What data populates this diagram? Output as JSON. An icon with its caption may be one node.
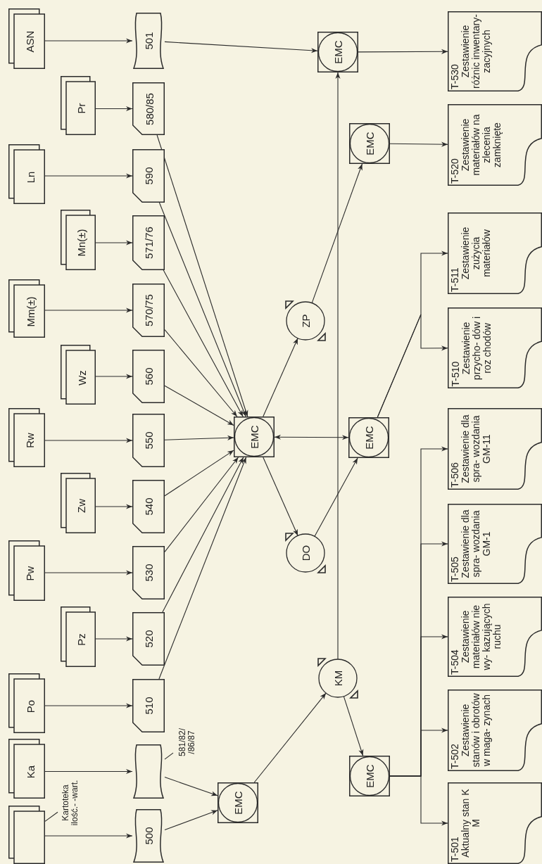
{
  "diagram": {
    "nodes": [
      {
        "text": [
          "ASN"
        ]
      },
      {
        "text": [
          "501"
        ]
      },
      {
        "text": [
          "Pr"
        ]
      },
      {
        "text": [
          "580/85"
        ]
      },
      {
        "text": [
          "Ln"
        ]
      },
      {
        "text": [
          "590"
        ]
      },
      {
        "text": [
          "Mn(±)"
        ]
      },
      {
        "text": [
          "571/76"
        ]
      },
      {
        "text": [
          "Mm(±)"
        ]
      },
      {
        "text": [
          "570/75"
        ]
      },
      {
        "text": [
          "Wz"
        ]
      },
      {
        "text": [
          "560"
        ]
      },
      {
        "text": [
          "Rw"
        ]
      },
      {
        "text": [
          "550"
        ]
      },
      {
        "text": [
          "Zw"
        ]
      },
      {
        "text": [
          "540"
        ]
      },
      {
        "text": [
          "Pw"
        ]
      },
      {
        "text": [
          "530"
        ]
      },
      {
        "text": [
          "Pz"
        ]
      },
      {
        "text": [
          "520"
        ]
      },
      {
        "text": [
          "Po"
        ]
      },
      {
        "text": [
          "510"
        ]
      },
      {
        "text": [
          "Ka"
        ]
      },
      {
        "text": [],
        "shape": "tape"
      },
      {
        "text": [
          "581/82/ /86/87"
        ]
      },
      {
        "text": [],
        "shape": "box"
      },
      {
        "text": [
          "Kartoteka ilość.- -wart."
        ]
      },
      {
        "text": [
          "500"
        ]
      },
      {
        "text": [
          "EMC"
        ]
      },
      {
        "text": [
          "EMC"
        ]
      },
      {
        "text": [
          "ZP"
        ]
      },
      {
        "text": [
          "EMC"
        ]
      },
      {
        "text": [
          "DO"
        ]
      },
      {
        "text": [
          "EMC"
        ]
      },
      {
        "text": [
          "EMC"
        ]
      },
      {
        "text": [
          "KM"
        ]
      },
      {
        "text": [
          "EMC"
        ]
      },
      {
        "text": [
          "T-530",
          "Zestawienie różnic inwentary- zacyjnych"
        ]
      },
      {
        "text": [
          "T-520",
          "Zestawienie materiałów na zlecenia zamknięte"
        ]
      },
      {
        "text": [
          "T-511",
          "Zestawienie zużycia materiałów"
        ]
      },
      {
        "text": [
          "T-510",
          "Zestawienie przycho- dów i roz chodów"
        ]
      },
      {
        "text": [
          "T-506",
          "Zestawienie dla spra- wozdania GM-11"
        ]
      },
      {
        "text": [
          "T-505",
          "Zestawienie dla spra- wozdania GM-1"
        ]
      },
      {
        "text": [
          "T-504",
          "Zestawienie materiałów nie wy- kazujących ruchu"
        ]
      },
      {
        "text": [
          "T-502",
          "Zestawienie stanów i obrotów w maga- zynach"
        ]
      },
      {
        "text": [
          "T-501",
          "Aktualny stan K M"
        ]
      }
    ],
    "edges": [
      {
        "from": 0,
        "to": 1,
        "arrow": "to"
      },
      {
        "from": 2,
        "to": 3,
        "arrow": "to"
      },
      {
        "from": 4,
        "to": 5,
        "arrow": "to"
      },
      {
        "from": 6,
        "to": 7,
        "arrow": "to"
      },
      {
        "from": 8,
        "to": 9,
        "arrow": "to"
      },
      {
        "from": 10,
        "to": 11,
        "arrow": "to"
      },
      {
        "from": 12,
        "to": 13,
        "arrow": "to"
      },
      {
        "from": 14,
        "to": 15,
        "arrow": "to"
      },
      {
        "from": 16,
        "to": 17,
        "arrow": "to"
      },
      {
        "from": 18,
        "to": 19,
        "arrow": "to"
      },
      {
        "from": 20,
        "to": 21,
        "arrow": "to"
      },
      {
        "from": 22,
        "to": 23,
        "arrow": "to"
      },
      {
        "from": 25,
        "to": 27,
        "arrow": "to"
      },
      {
        "from": 26,
        "to": 25,
        "arrow": "none"
      },
      {
        "from": 24,
        "to": 23,
        "arrow": "none"
      },
      {
        "from": 3,
        "to": 28,
        "arrow": "to"
      },
      {
        "from": 5,
        "to": 28,
        "arrow": "to"
      },
      {
        "from": 7,
        "to": 28,
        "arrow": "to"
      },
      {
        "from": 9,
        "to": 28,
        "arrow": "to"
      },
      {
        "from": 11,
        "to": 28,
        "arrow": "to"
      },
      {
        "from": 13,
        "to": 28,
        "arrow": "to"
      },
      {
        "from": 15,
        "to": 28,
        "arrow": "to"
      },
      {
        "from": 17,
        "to": 28,
        "arrow": "to"
      },
      {
        "from": 19,
        "to": 28,
        "arrow": "to"
      },
      {
        "from": 21,
        "to": 28,
        "arrow": "to"
      },
      {
        "from": 1,
        "to": 29,
        "arrow": "to"
      },
      {
        "from": 27,
        "to": 34,
        "arrow": "to"
      },
      {
        "from": 23,
        "to": 34,
        "arrow": "to"
      },
      {
        "from": 34,
        "to": 35,
        "arrow": "to"
      },
      {
        "from": 35,
        "to": 29,
        "arrow": "to"
      },
      {
        "from": 35,
        "to": 36,
        "arrow": "to"
      },
      {
        "from": 28,
        "to": 30,
        "arrow": "to"
      },
      {
        "from": 30,
        "to": 31,
        "arrow": "to"
      },
      {
        "from": 28,
        "to": 32,
        "arrow": "to"
      },
      {
        "from": 32,
        "to": 33,
        "arrow": "to"
      },
      {
        "from": 28,
        "to": 33,
        "arrow": "both"
      },
      {
        "from": 29,
        "to": 37,
        "arrow": "to"
      },
      {
        "from": 31,
        "to": 38,
        "arrow": "to"
      },
      {
        "from": 33,
        "to": 39,
        "arrow": "to"
      },
      {
        "from": 33,
        "to": 40,
        "arrow": "to"
      },
      {
        "from": 36,
        "to": 41,
        "arrow": "to"
      },
      {
        "from": 36,
        "to": 42,
        "arrow": "to"
      },
      {
        "from": 36,
        "to": 43,
        "arrow": "to"
      },
      {
        "from": 36,
        "to": 44,
        "arrow": "to"
      },
      {
        "from": 36,
        "to": 45,
        "arrow": "to"
      }
    ]
  }
}
